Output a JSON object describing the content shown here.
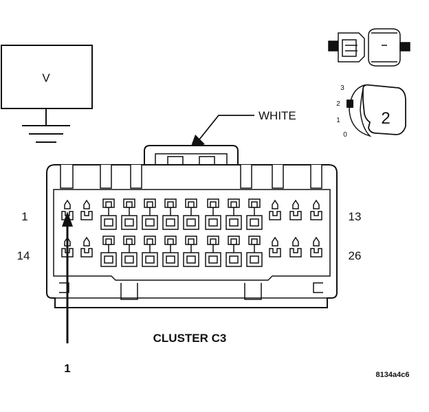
{
  "meter": {
    "label": "V"
  },
  "wire": {
    "color_label": "WHITE"
  },
  "connector": {
    "title": "CLUSTER C3",
    "pin_labels": {
      "top_left": "1",
      "top_right": "13",
      "bottom_left": "14",
      "bottom_right": "26"
    }
  },
  "callout": {
    "label": "1"
  },
  "position_indicator": {
    "steps": [
      "3",
      "2",
      "1",
      "0"
    ],
    "selected": "2"
  },
  "figure_code": "8134a4c6"
}
